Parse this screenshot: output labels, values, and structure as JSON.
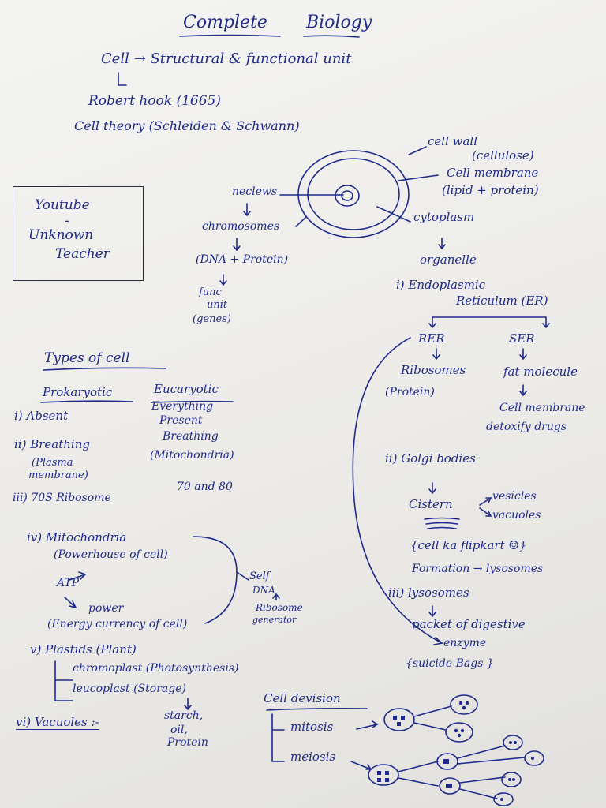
{
  "title": {
    "word1": "Complete",
    "word2": "Biology"
  },
  "intro": {
    "cell_line": "Cell → Structural & functional unit",
    "robert": "Robert hook (1665)",
    "theory": "Cell theory (Schleiden & Schwann)"
  },
  "sidebox": {
    "line1": "Youtube",
    "dash": "-",
    "line2": "Unknown",
    "line3": "Teacher"
  },
  "diagram": {
    "nucleus": "neclews",
    "chromosomes": "chromosomes",
    "dna_protein": "(DNA + Protein)",
    "func1": "func",
    "func2": "unit",
    "genes": "(genes)",
    "cell_wall": "cell wall",
    "cellulose": "(cellulose)",
    "cell_membrane": "Cell membrane",
    "lipid_protein": "(lipid + protein)",
    "cytoplasm": "cytoplasm",
    "organelle": "organelle"
  },
  "organelles": {
    "er_label": "i) Endoplasmic",
    "er_label2": "Reticulum (ER)",
    "rer": "RER",
    "ser": "SER",
    "ribosomes": "Ribosomes",
    "protein": "(Protein)",
    "fat": "fat molecule",
    "cm": "Cell membrane",
    "detox": "detoxify drugs",
    "golgi": "ii) Golgi bodies",
    "cistern": "Cistern",
    "vesicles": "vesicles",
    "vacuoles": "vacuoles",
    "flipkart": "{cell ka flipkart ☺}",
    "formation": "Formation → lysosomes",
    "lyso": "iii) lysosomes",
    "packet": "packet of digestive",
    "enzyme": "enzyme",
    "suicide": "{suicide Bags }"
  },
  "types": {
    "heading": "Types of cell",
    "prok": "Prokaryotic",
    "euk": "Eucaryotic",
    "r1_l": "i) Absent",
    "r1_r1": "Everything",
    "r1_r2": "Present",
    "r2_l": "ii) Breathing",
    "r2_l2": "(Plasma",
    "r2_l3": "membrane)",
    "r2_r1": "Breathing",
    "r2_r2": "(Mitochondria)",
    "r3_l": "iii) 70S Ribosome",
    "r3_r": "70 and 80"
  },
  "mito": {
    "title": "iv) Mitochondria",
    "sub": "(Powerhouse of cell)",
    "atp": "ATP",
    "power": "power",
    "energy": "(Energy currency of cell)",
    "self": "Self",
    "dna": "DNA",
    "ribo": "Ribosome",
    "gen": "generator"
  },
  "plastids": {
    "title": "v) Plastids (Plant)",
    "chromo": "chromoplast (Photosynthesis)",
    "leuco": "leucoplast (Storage)",
    "starch": "starch,",
    "oil": "oil,",
    "protein": "Protein"
  },
  "vacuoles": {
    "label": "vi) Vacuoles :-"
  },
  "division": {
    "title": "Cell devision",
    "mitosis": "mitosis",
    "meiosis": "meiosis"
  }
}
